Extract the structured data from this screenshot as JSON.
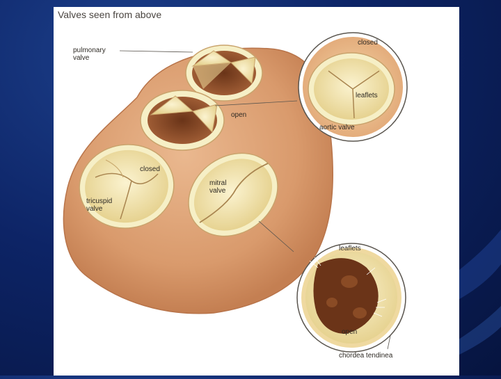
{
  "figure": {
    "title": "Valves seen from above",
    "labels": {
      "pulmonary_valve": "pulmonary\nvalve",
      "open_aortic": "open",
      "closed_tricuspid": "closed",
      "tricuspid_valve": "tricuspid\nvalve",
      "mitral_valve": "mitral\nvalve",
      "inset_top_closed": "closed",
      "inset_top_leaflets": "leaflets",
      "inset_top_aortic_valve": "aortic valve",
      "inset_bottom_leaflets": "leaflets",
      "inset_bottom_open": "open",
      "inset_bottom_chordea": "chordea tendinea"
    }
  },
  "colors": {
    "slide_background": "#0d2466",
    "heart_tissue": "#d99a6c",
    "valve_ring": "#f6efc6",
    "valve_leaflet": "#f1e2a6",
    "valve_opening": "#8a4b25"
  }
}
